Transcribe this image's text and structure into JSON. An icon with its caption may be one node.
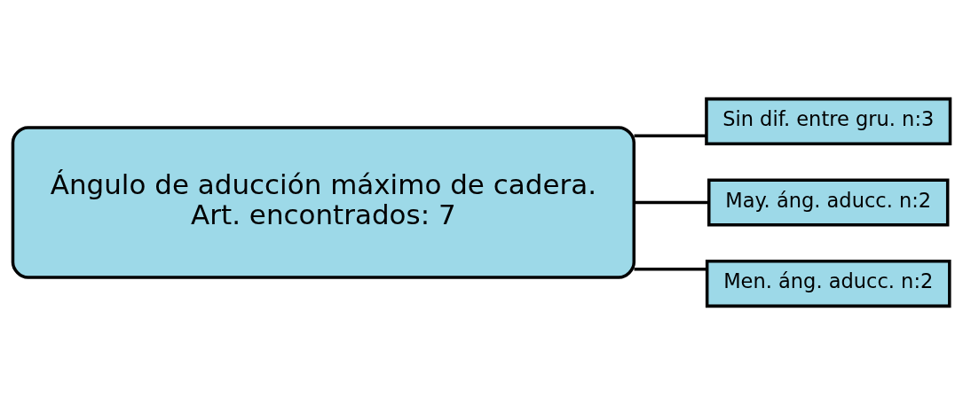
{
  "diagram": {
    "nodes": [
      {
        "text": [
          "Ángulo de aducción máximo de cadera.",
          "Art. encontrados: 7"
        ]
      },
      {
        "text": [
          "Sin dif. entre gru. n:3"
        ]
      },
      {
        "text": [
          "May. áng. aducc. n:2"
        ]
      },
      {
        "text": [
          "Men. áng. aducc. n:2"
        ]
      }
    ],
    "edges": [
      {
        "from": 0,
        "to": 1,
        "arrow": "none"
      },
      {
        "from": 0,
        "to": 2,
        "arrow": "none"
      },
      {
        "from": 0,
        "to": 3,
        "arrow": "none"
      }
    ]
  }
}
